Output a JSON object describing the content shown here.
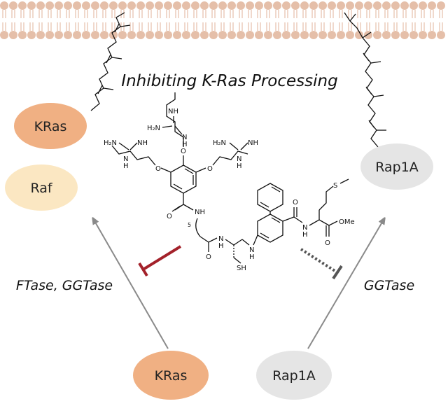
{
  "title": "Inhibiting K-Ras Processing",
  "nodes": {
    "kras_membrane": "KRas",
    "raf": "Raf",
    "rap1a_membrane": "Rap1A",
    "kras_cytosol": "KRas",
    "rap1a_cytosol": "Rap1A"
  },
  "edges": {
    "left_label": "FTase, GGTase",
    "right_label": "GGTase"
  },
  "molecule": {
    "guanidine_top_nh": "NH",
    "guanidine_top_h2n": "H₂N",
    "guanidine_top_n": "N",
    "guanidine_top_h": "H",
    "guanidine_left_h2n": "H₂N",
    "guanidine_left_nh": "NH",
    "guanidine_left_n": "N",
    "guanidine_left_h": "H",
    "guanidine_right_h2n": "H₂N",
    "guanidine_right_nh": "NH",
    "guanidine_right_n": "N",
    "guanidine_right_h": "H",
    "ether_o_left": "O",
    "ether_o_mid": "O",
    "ether_o_right": "O",
    "amide_o": "O",
    "amide_nh": "NH",
    "linker_count": "5",
    "amide2_o": "O",
    "amide2_nh": "N",
    "amide2_h": "H",
    "sh": "SH",
    "aniline_n": "N",
    "aniline_h": "H",
    "sulfur": "S",
    "ester_o": "O",
    "ome": "OMe",
    "amide3_o": "O",
    "amide3_n": "N",
    "amide3_h": "H"
  },
  "colors": {
    "kras": "#f0b083",
    "raf": "#fbe7c2",
    "rap1a": "#e5e5e5",
    "arrow": "#8a8a8a",
    "inhibitor": "#a3212a",
    "membrane": "#e5bfa9"
  }
}
